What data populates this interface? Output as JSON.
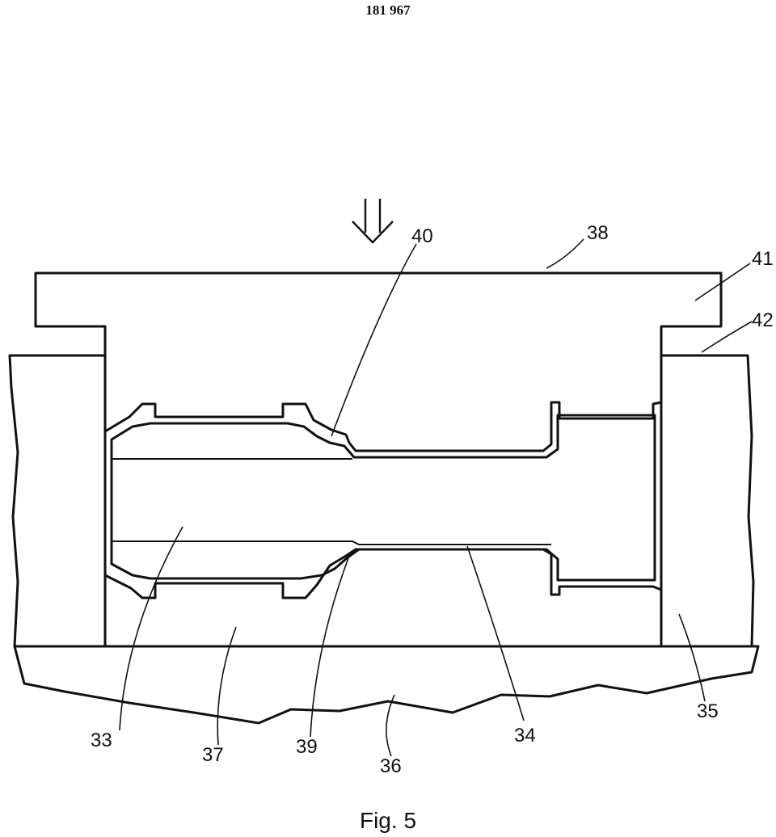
{
  "header": {
    "patent_number": "181 967"
  },
  "figure": {
    "caption": "Fig. 5"
  },
  "labels": {
    "l33": "33",
    "l34": "34",
    "l35": "35",
    "l36": "36",
    "l37": "37",
    "l38": "38",
    "l39": "39",
    "l40": "40",
    "l41": "41",
    "l42": "42"
  }
}
